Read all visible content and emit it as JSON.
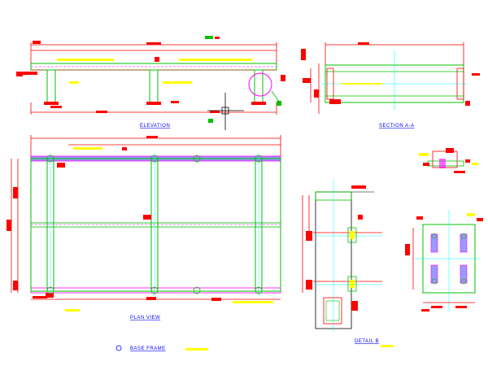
{
  "drawing": {
    "views": {
      "elevation": "ELEVATION",
      "section": "SECTION A-A",
      "plan": "PLAN VIEW",
      "detail": "DETAIL B"
    },
    "title": "BASE FRAME"
  },
  "colors": {
    "background": "#ffffff",
    "dimension": "#ff0000",
    "steel": "#00c000",
    "centerline": "#00ffff",
    "hidden": "#ff00ff",
    "note": "#ffff00",
    "label": "#0000ff",
    "outline": "#000000",
    "plate": "#9999ff"
  }
}
